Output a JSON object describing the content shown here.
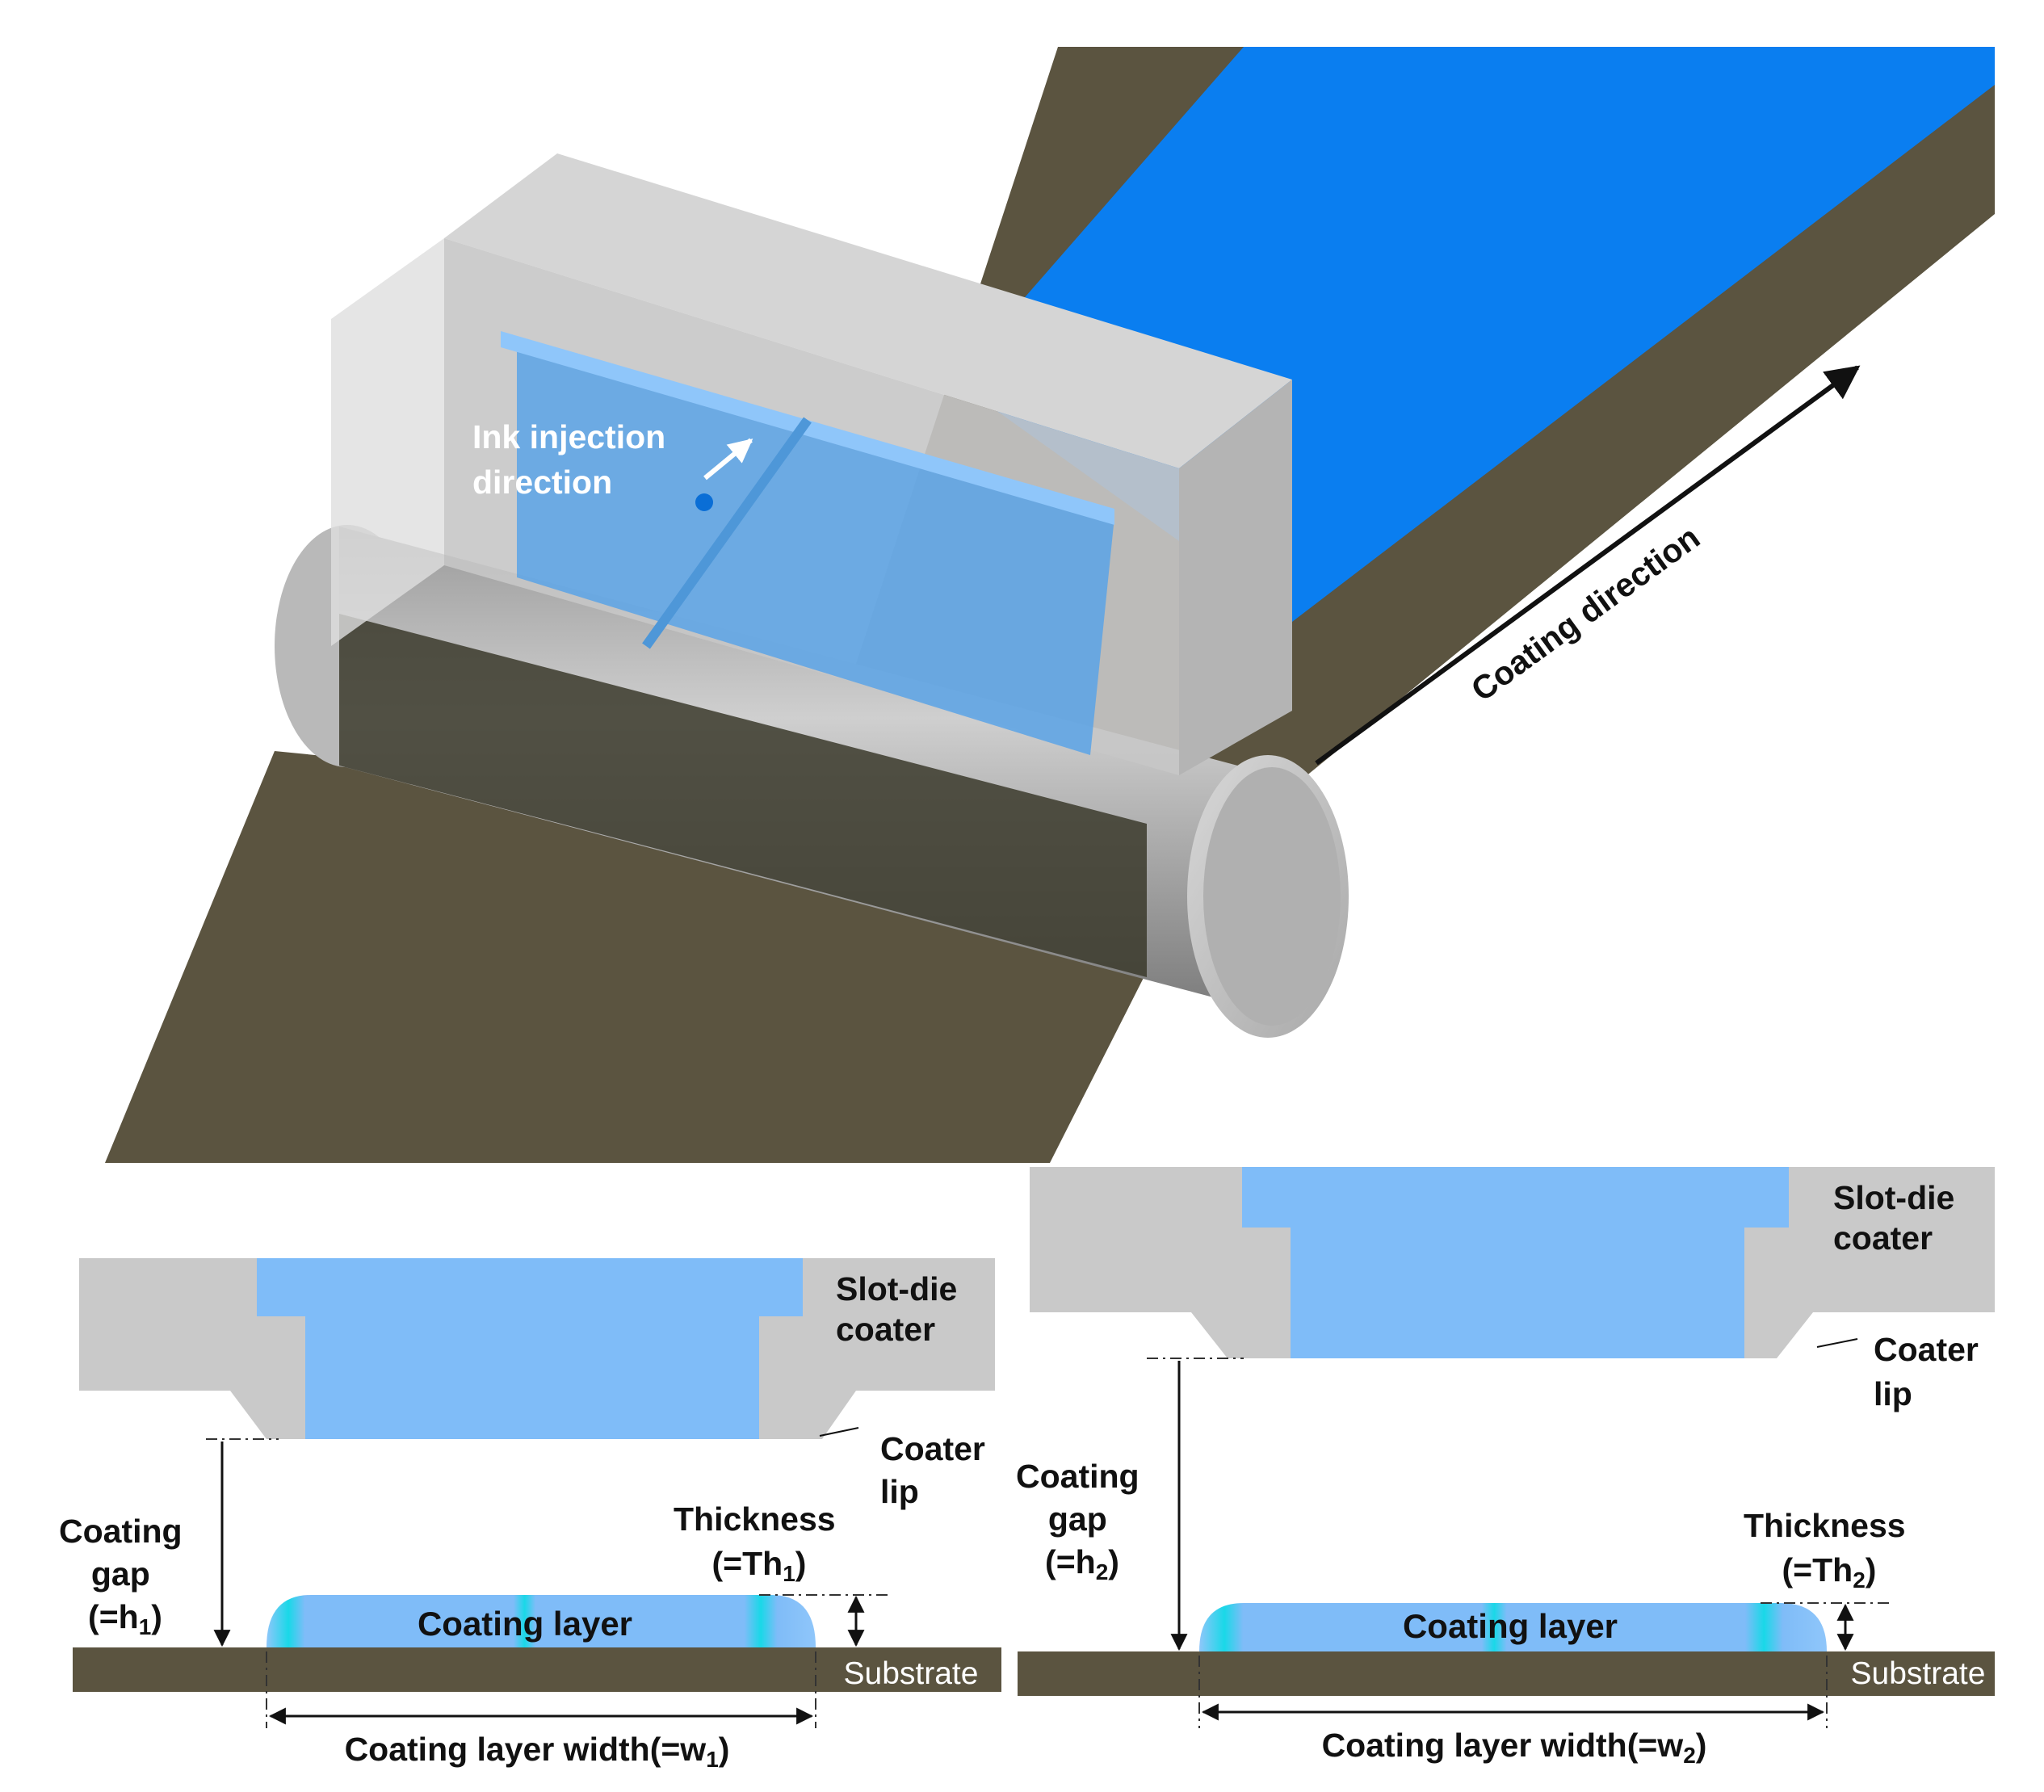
{
  "top": {
    "ink_label": [
      "Ink injection",
      "direction"
    ],
    "coating_direction": "Coating direction"
  },
  "left": {
    "coater_label": [
      "Slot-die",
      "coater"
    ],
    "lip_label": [
      "Coater",
      "lip"
    ],
    "gap_label": [
      "Coating",
      "gap",
      "(=h",
      "1",
      ")"
    ],
    "thickness_label": [
      "Thickness",
      "(=Th",
      "1",
      ")"
    ],
    "layer_label": "Coating layer",
    "substrate_label": "Substrate",
    "width_label": [
      "Coating layer width(=w",
      "1",
      ")"
    ]
  },
  "right": {
    "coater_label": [
      "Slot-die",
      "coater"
    ],
    "lip_label": [
      "Coater",
      "lip"
    ],
    "gap_label": [
      "Coating",
      "gap",
      "(=h",
      "2",
      ")"
    ],
    "thickness_label": [
      "Thickness",
      "(=Th",
      "2",
      ")"
    ],
    "layer_label": "Coating layer",
    "substrate_label": "Substrate",
    "width_label": [
      "Coating layer width(=w",
      "2",
      ")"
    ]
  },
  "colors": {
    "substrate": "#5b5440",
    "blue_film": "#0a7ef0",
    "ink": "#7fbcf8",
    "die": "#c9c9c9",
    "cyan": "#19d8e8"
  }
}
